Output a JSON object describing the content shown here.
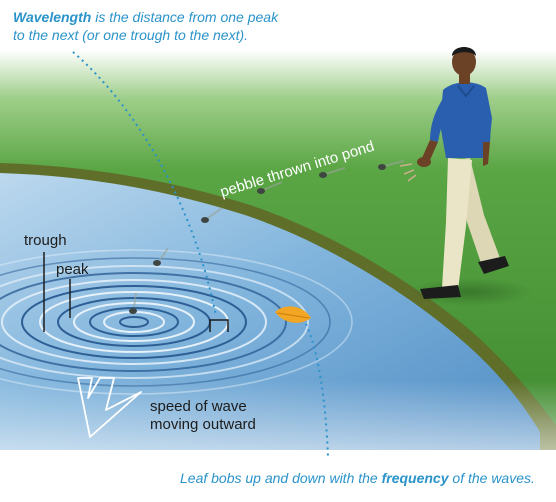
{
  "caption_top": {
    "term": "Wavelength",
    "line1_rest": " is the distance from one peak",
    "line2": "to the next (or one trough to the next)."
  },
  "caption_bottom": {
    "prefix": "Leaf bobs up and down with the ",
    "term": "frequency",
    "suffix": " of the waves."
  },
  "labels": {
    "pebble": "pebble thrown into pond",
    "trough": "trough",
    "peak": "peak",
    "speed_line1": "speed of wave",
    "speed_line2": "moving outward"
  },
  "colors": {
    "accent_text": "#2a93c9",
    "grass": "#4e9a3a",
    "water": "#7fb3db",
    "shirt": "#2a5fb0",
    "leaf": "#f2a623"
  },
  "icons": [
    "outline-down-arrow-icon",
    "leaf-icon",
    "pebble-icon"
  ]
}
